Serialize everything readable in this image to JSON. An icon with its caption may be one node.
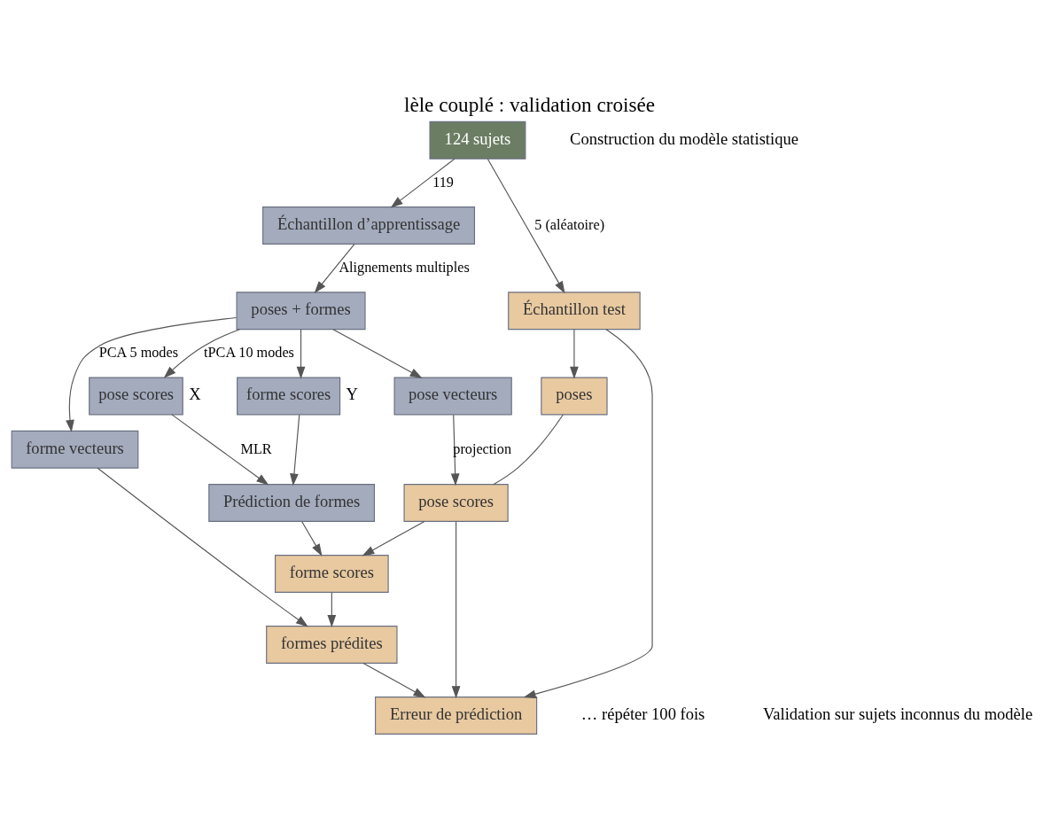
{
  "diagram": {
    "title": "lèle couplé : validation croisée",
    "nodes": [
      {
        "text": [
          "124 sujets"
        ]
      },
      {
        "text": [
          "Échantillon d’apprentissage"
        ]
      },
      {
        "text": [
          "poses + formes"
        ]
      },
      {
        "text": [
          "Échantillon test"
        ]
      },
      {
        "text": [
          "poses"
        ]
      },
      {
        "text": [
          "pose vecteurs"
        ]
      },
      {
        "text": [
          "pose scores"
        ],
        "beside": [
          "X"
        ]
      },
      {
        "text": [
          "pose scores"
        ]
      },
      {
        "text": [
          "forme scores"
        ]
      },
      {
        "text": [
          "forme vecteurs"
        ]
      },
      {
        "text": [
          "forme scores"
        ],
        "beside": [
          "Y"
        ]
      },
      {
        "text": [
          "formes prédites"
        ]
      },
      {
        "text": [
          "Erreur de prédiction"
        ]
      },
      {
        "text": [
          "Prédiction de formes"
        ]
      }
    ],
    "edges": [
      {
        "from": 0,
        "to": 1,
        "arrow": "to",
        "label": "119"
      },
      {
        "from": 0,
        "to": 3,
        "arrow": "to",
        "label": "5 (aléatoire)"
      },
      {
        "from": 1,
        "to": 2,
        "arrow": "to",
        "label": "Alignements multiples"
      },
      {
        "from": 3,
        "to": 4,
        "arrow": "to"
      },
      {
        "from": 2,
        "to": 5,
        "arrow": "to"
      },
      {
        "from": 2,
        "to": 6,
        "arrow": "to",
        "label": "tPCA 10 modes"
      },
      {
        "from": 2,
        "to": 9,
        "arrow": "to",
        "label": "PCA 5 modes"
      },
      {
        "from": 2,
        "to": 10,
        "arrow": "to"
      },
      {
        "from": 4,
        "to": 7,
        "arrow": "none"
      },
      {
        "from": 5,
        "to": 7,
        "arrow": "to",
        "label": "projection"
      },
      {
        "from": 7,
        "to": 8,
        "arrow": "to"
      },
      {
        "from": 13,
        "to": 8,
        "arrow": "to"
      },
      {
        "from": 8,
        "to": 11,
        "arrow": "to"
      },
      {
        "from": 9,
        "to": 11,
        "arrow": "to"
      },
      {
        "from": 3,
        "to": 12,
        "arrow": "to"
      },
      {
        "from": 7,
        "to": 12,
        "arrow": "to"
      },
      {
        "from": 11,
        "to": 12,
        "arrow": "to"
      },
      {
        "from": 6,
        "to": 13,
        "arrow": "to",
        "label": "MLR"
      },
      {
        "from": 10,
        "to": 13,
        "arrow": "to"
      }
    ],
    "labels": [
      "Construction du modèle statistique",
      "… répéter 100 fois",
      "Validation sur sujets inconnus du modèle"
    ]
  }
}
